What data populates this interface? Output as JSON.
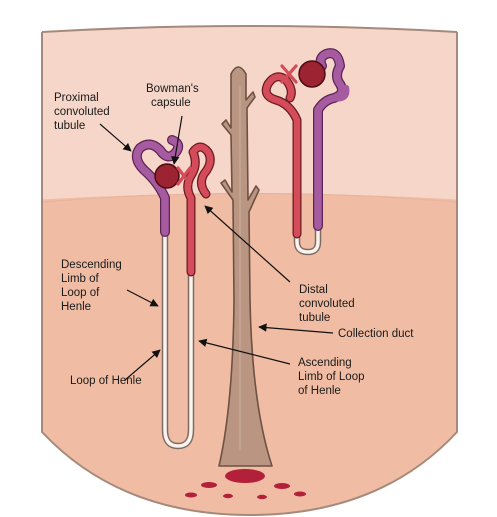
{
  "labels": {
    "proximal": [
      "Proximal",
      "convoluted",
      "tubule"
    ],
    "bowmans": [
      "Bowman's",
      "capsule"
    ],
    "descending": [
      "Descending",
      "Limb of",
      "Loop of",
      "Henle"
    ],
    "loop_of_henle": "Loop of Henle",
    "distal": [
      "Distal",
      "convoluted",
      "tubule"
    ],
    "collection_duct": "Collection duct",
    "ascending": [
      "Ascending",
      "Limb of Loop",
      "of Henle"
    ]
  },
  "colors": {
    "cortex": "#f6d6c8",
    "medulla": "#f0bda4",
    "border": "#a58a7c",
    "duct_fill": "#b99582",
    "duct_stroke": "#6e5143",
    "proximal_tubule": "#a65aa0",
    "distal_tubule": "#d44b5a",
    "glomerulus": "#9c2331",
    "loop_fill": "#faf3ee",
    "loop_stroke": "#7c6b63",
    "arrow": "#111111"
  }
}
